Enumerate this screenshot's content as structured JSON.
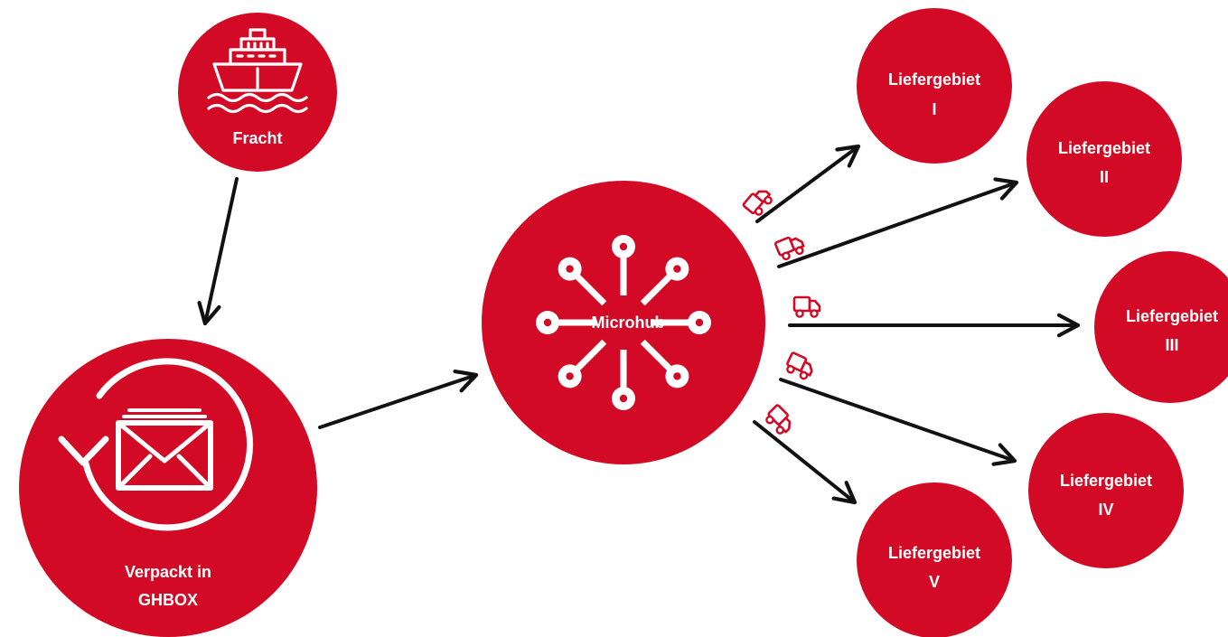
{
  "colors": {
    "node": "#d30a25",
    "arrow": "#111111",
    "label": "#ffffff"
  },
  "nodes": {
    "fracht": {
      "label": "Fracht",
      "icon": "ship-icon"
    },
    "verpackt": {
      "line1": "Verpackt in",
      "line2": "GHBOX",
      "icon": "envelope-cycle-icon"
    },
    "microhub": {
      "label": "Microhub",
      "icon": "hub-spokes-icon"
    },
    "areas": [
      {
        "line1": "Liefergebiet",
        "line2": "I"
      },
      {
        "line1": "Liefergebiet",
        "line2": "II"
      },
      {
        "line1": "Liefergebiet",
        "line2": "III"
      },
      {
        "line1": "Liefergebiet",
        "line2": "IV"
      },
      {
        "line1": "Liefergebiet",
        "line2": "V"
      }
    ]
  },
  "edges": [
    {
      "from": "Fracht",
      "to": "Verpackt in GHBOX"
    },
    {
      "from": "Verpackt in GHBOX",
      "to": "Microhub"
    },
    {
      "from": "Microhub",
      "to": "Liefergebiet I",
      "icon": "truck-icon"
    },
    {
      "from": "Microhub",
      "to": "Liefergebiet II",
      "icon": "truck-icon"
    },
    {
      "from": "Microhub",
      "to": "Liefergebiet III",
      "icon": "truck-icon"
    },
    {
      "from": "Microhub",
      "to": "Liefergebiet IV",
      "icon": "truck-icon"
    },
    {
      "from": "Microhub",
      "to": "Liefergebiet V",
      "icon": "truck-icon"
    }
  ]
}
